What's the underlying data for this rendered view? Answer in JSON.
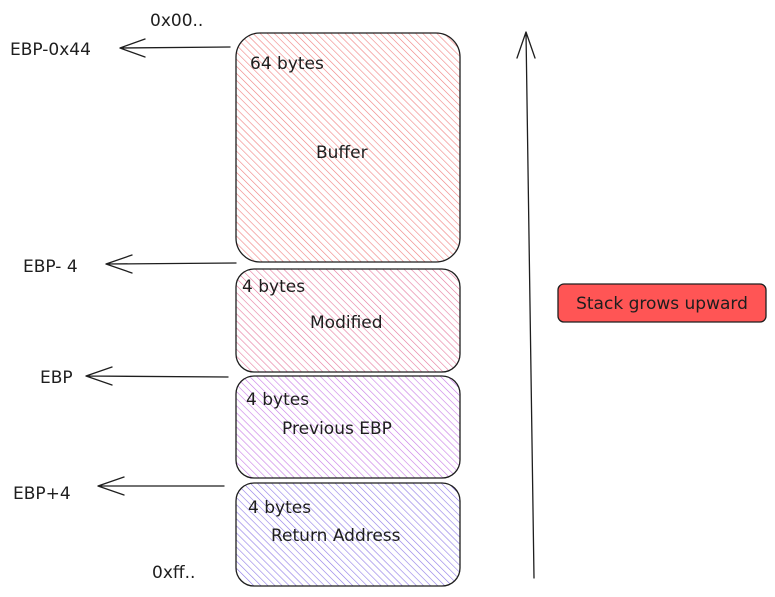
{
  "addresses": {
    "top": "0x00..",
    "bottom": "0xff.."
  },
  "pointers": [
    {
      "label": "EBP-0x44"
    },
    {
      "label": "EBP- 4"
    },
    {
      "label": "EBP"
    },
    {
      "label": "EBP+4"
    }
  ],
  "blocks": [
    {
      "size": "64 bytes",
      "name": "Buffer",
      "color": "#f08080"
    },
    {
      "size": "4 bytes",
      "name": "Modified",
      "color": "#e67a9e"
    },
    {
      "size": "4 bytes",
      "name": "Previous EBP",
      "color": "#c77ae6"
    },
    {
      "size": "4 bytes",
      "name": "Return Address",
      "color": "#8f7ae6"
    }
  ],
  "note": {
    "label": "Stack grows upward",
    "color": "#ff5555"
  }
}
